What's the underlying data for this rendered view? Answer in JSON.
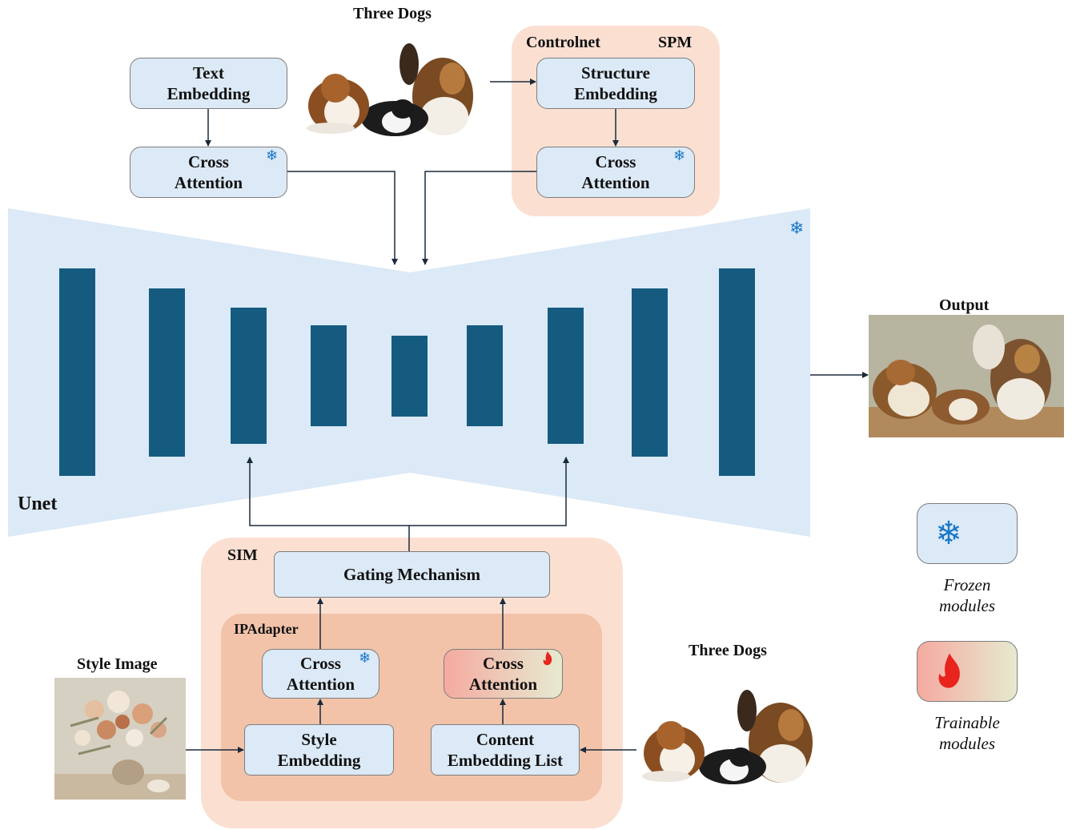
{
  "labels": {
    "three_dogs_top": "Three Dogs",
    "controlnet": "Controlnet",
    "spm": "SPM",
    "output": "Output",
    "unet": "Unet",
    "sim": "SIM",
    "ipadapter": "IPAdapter",
    "style_image": "Style Image",
    "three_dogs_bottom": "Three Dogs"
  },
  "boxes": {
    "text_embedding": "Text\nEmbedding",
    "cross_attention_text": "Cross\nAttention",
    "structure_embedding": "Structure\nEmbedding",
    "cross_attention_structure": "Cross\nAttention",
    "gating_mechanism": "Gating Mechanism",
    "cross_attention_style": "Cross\nAttention",
    "cross_attention_content": "Cross\nAttention",
    "style_embedding": "Style\nEmbedding",
    "content_embedding_list": "Content\nEmbedding List"
  },
  "legend": {
    "frozen": "Frozen\nmodules",
    "trainable": "Trainable\nmodules"
  },
  "icons": {
    "frozen": "snowflake-icon",
    "trainable": "flame-icon"
  },
  "colors": {
    "module_fill": "#dce9f6",
    "unet_fill": "#dce9f6",
    "unet_block": "#155b80",
    "region_light": "#fbe0d2",
    "region_dark": "#f2c3a9",
    "snowflake": "#1a78c8",
    "flame": "#e8241c"
  }
}
